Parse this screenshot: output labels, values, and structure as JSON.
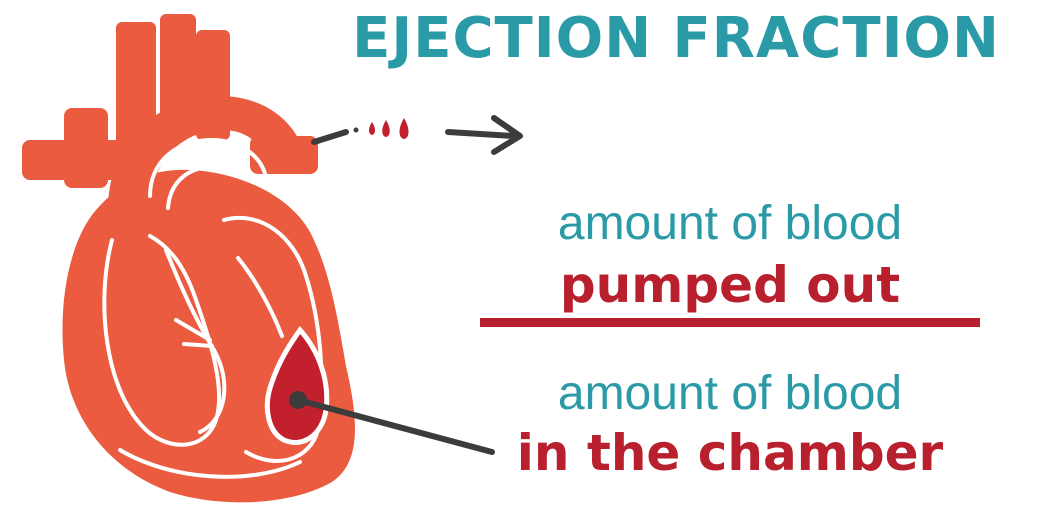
{
  "title": "EJECTION FRACTION",
  "numerator": {
    "line1": "amount of blood",
    "line2": "pumped out"
  },
  "denominator": {
    "line1": "amount of blood",
    "line2": "in the chamber"
  },
  "colors": {
    "teal": "#2a9aa6",
    "crimson": "#b8202e",
    "heart_orange": "#ea5b40",
    "chamber_red": "#c1202c",
    "arrow_gray": "#3c3c3c"
  }
}
